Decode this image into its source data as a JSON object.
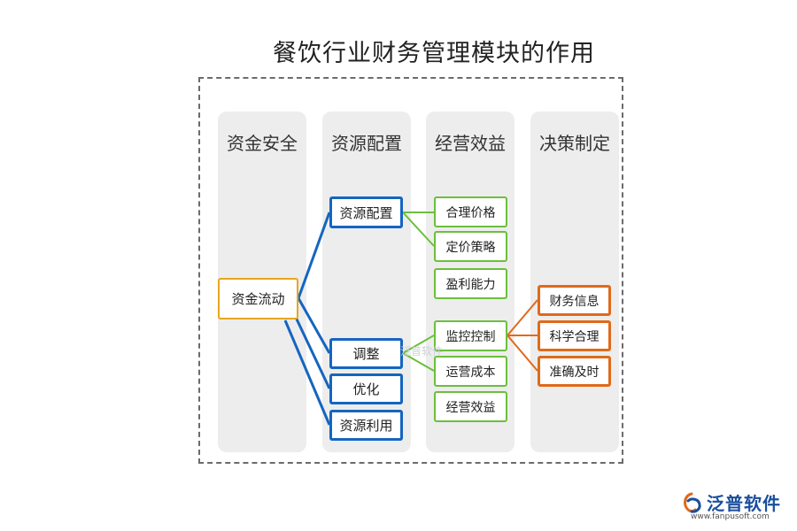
{
  "title": "餐饮行业财务管理模块的作用",
  "columns": [
    {
      "label": "资金安全"
    },
    {
      "label": "资源配置"
    },
    {
      "label": "经营效益"
    },
    {
      "label": "决策制定"
    }
  ],
  "nodes": {
    "fund_flow": "资金流动",
    "resource_config": "资源配置",
    "adjust": "调整",
    "optimize": "优化",
    "resource_use": "资源利用",
    "reasonable_price": "合理价格",
    "pricing_strategy": "定价策略",
    "profitability": "盈利能力",
    "monitor_control": "监控控制",
    "operating_cost": "运营成本",
    "operating_benefit": "经营效益",
    "financial_info": "财务信息",
    "scientific_reasonable": "科学合理",
    "accurate_timely": "准确及时"
  },
  "watermark": "泛普软件",
  "logo": {
    "name": "泛普软件",
    "url": "www.fanpusoft.com"
  },
  "colors": {
    "yellow": "#e8a61e",
    "blue": "#1565c0",
    "green": "#6cbf3c",
    "orange": "#e06a1a"
  }
}
